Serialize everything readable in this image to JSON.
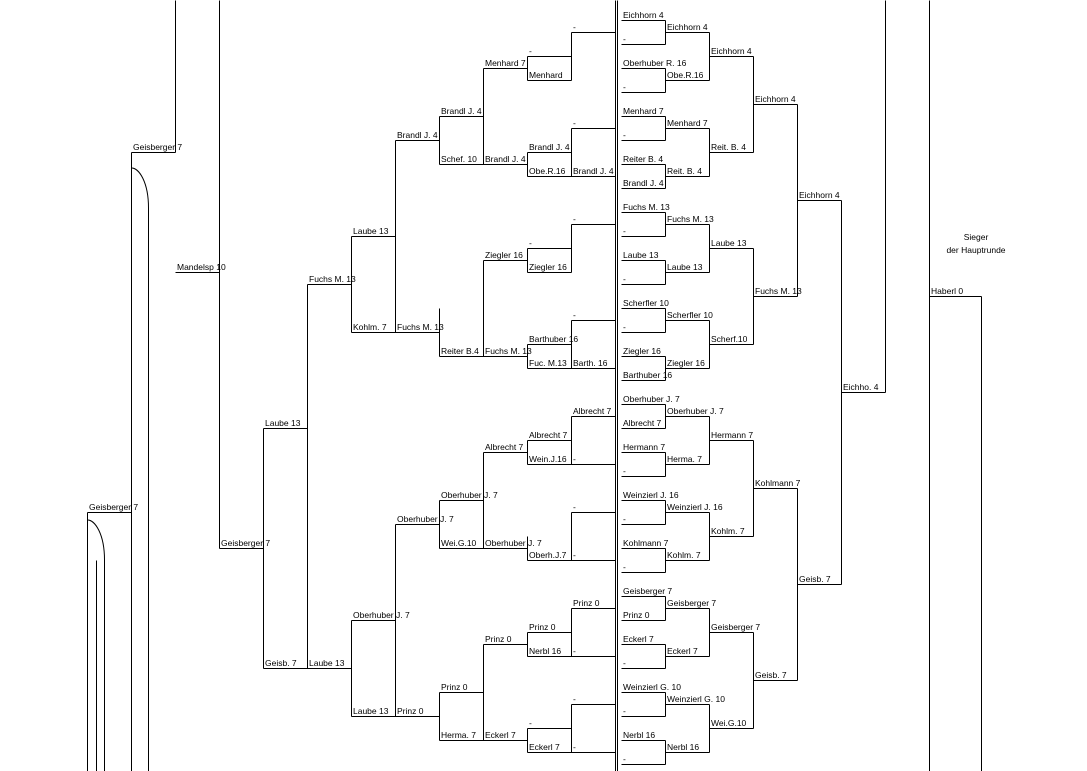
{
  "labels": {
    "a": "Eichhorn 4",
    "b": "-",
    "c": "Eichhorn 4",
    "d": "-",
    "e": "Eichhorn 4",
    "f": "Menhard 7",
    "g": "Oberhuber R. 16",
    "h": "Menhard",
    "i": "-",
    "j": "Obe.R.16",
    "k": "-",
    "l": "Eichhorn 4",
    "m": "Menhard 7",
    "n": "Brandl J. 4",
    "o": "-",
    "p": "Menhard 7",
    "q": "Brandl J. 4",
    "r": "Brandl J. 4",
    "s": "-",
    "t": "Reit. B. 4",
    "u": "Schef. 10",
    "v": "Brandl J. 4",
    "w": "Reiter B. 4",
    "x": "Obe.R.16",
    "y": "Brandl J. 4",
    "z": "Reit. B. 4",
    "aa": "Brandl J. 4",
    "ab": "Geisberger 7",
    "ac": "Fuchs M. 13",
    "ad": "-",
    "ae": "Fuchs M. 13",
    "af": "Eichhorn 4",
    "ag": "-",
    "ah": "Laube 13",
    "ai": "Ziegler 16",
    "aj": "Laube 13",
    "ak": "Ziegler 16",
    "al": "-",
    "am": "Laube 13",
    "an": "-",
    "ao": "Mandelsp 10",
    "ap": "Fuchs M. 13",
    "aq": "Laube 13",
    "ar": "Fuchs M. 13",
    "as": "-",
    "at": "Scherfler 10",
    "au": "Scherfler 10",
    "av": "Kohlm. 7",
    "aw": "Fuchs M. 13",
    "ax": "Barthuber 16",
    "ay": "-",
    "az": "Scherf.10",
    "ba": "Reiter B.4",
    "bb": "Fuchs M. 13",
    "bc": "Ziegler 16",
    "bd": "Fuc. M.13",
    "be": "Barth. 16",
    "bf": "Ziegler 16",
    "bg": "Barthuber 16",
    "bh": "Eichho. 4",
    "bi": "Oberhuber J. 7",
    "bj": "Albrecht 7",
    "bk": "Oberhuber J. 7",
    "bl": "Laube 13",
    "bm": "Albrecht 7",
    "bn": "Albrecht 7",
    "bo": "Hermann 7",
    "bp": "Albrecht 7",
    "bq": "Hermann 7",
    "br": "Wein.J.16",
    "bs": "-",
    "bt": "Herma. 7",
    "bu": "-",
    "bv": "Kohlmann 7",
    "bw": "Oberhuber J. 7",
    "bx": "Weinzierl J. 16",
    "by": "Geisberger 7",
    "bz": "Oberhuber J. 7",
    "ca": "-",
    "cb": "Weinzierl J. 16",
    "cc": "-",
    "cd": "Kohlm. 7",
    "ce": "Geisberger 7",
    "cf": "Wei.G.10",
    "cg": "Oberhuber J. 7",
    "ch": "Kohlmann 7",
    "ci": "Oberh.J.7",
    "cj": "-",
    "ck": "Kohlm. 7",
    "cl": "-",
    "cm": "Geisb. 7",
    "cn": "Geisberger 7",
    "co": "Prinz 0",
    "cp": "Geisberger 7",
    "cq": "Oberhuber J. 7",
    "cr": "Prinz 0",
    "cs": "Prinz 0",
    "ct": "Geisberger 7",
    "cu": "Prinz 0",
    "cv": "Eckerl 7",
    "cw": "Nerbl 16",
    "cx": "-",
    "cy": "Eckerl 7",
    "cz": "-",
    "da": "Geisb. 7",
    "db": "Laube 13",
    "dc": "Geisb. 7",
    "dd": "Prinz 0",
    "de": "Weinzierl G. 10",
    "df": "Weinzierl G. 10",
    "dg": "-",
    "dh": "-",
    "di": "Wei.G.10",
    "dj": "Laube 13",
    "dk": "Prinz 0",
    "dl": "-",
    "dm": "Herma. 7",
    "dn": "Eckerl 7",
    "do": "Eckerl 7",
    "dp": "Nerbl 16",
    "dq": "Nerbl 16",
    "dr": "-",
    "ds": "-",
    "dt": "Haberl 0"
  },
  "caption": {
    "line1": "Sieger",
    "line2": "der Hauptrunde"
  }
}
